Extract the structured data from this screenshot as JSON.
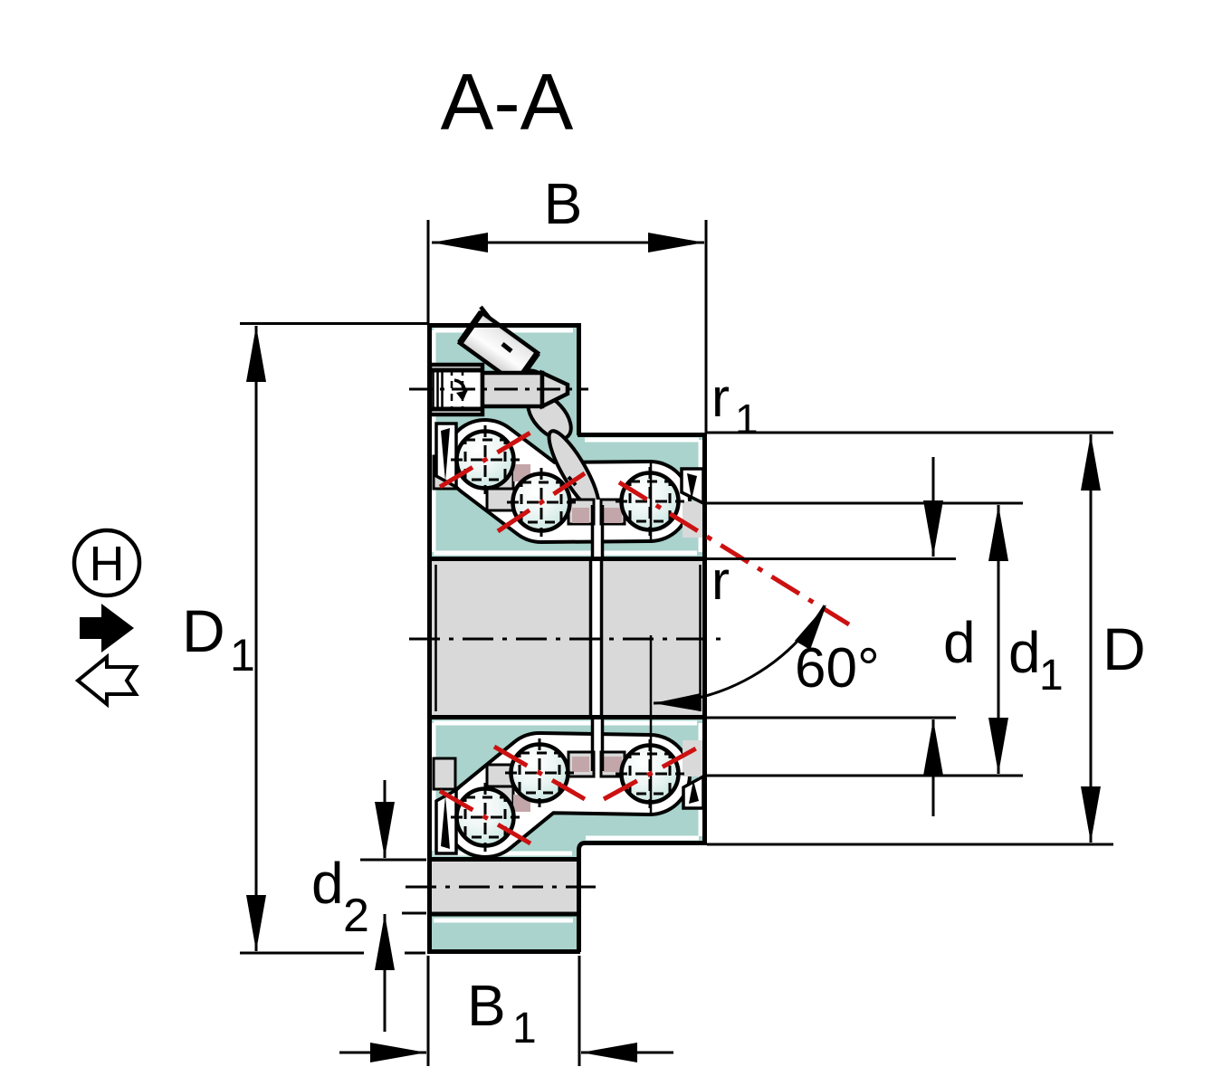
{
  "drawing": {
    "section_title": "A-A",
    "view_letter": "H",
    "angle_label": "60°",
    "dims": {
      "B": "B",
      "B1_base": "B",
      "B1_sub": "1",
      "D": "D",
      "D1_base": "D",
      "D1_sub": "1",
      "d": "d",
      "d1_base": "d",
      "d1_sub": "1",
      "d2_base": "d",
      "d2_sub": "2",
      "r": "r",
      "r1_base": "r",
      "r1_sub": "1"
    }
  },
  "colors": {
    "ring_teal": "#a9d3cc",
    "steel_grey": "#d9d9d9",
    "cage_pink": "#c3a6a9",
    "contact_red": "#cc1111",
    "outline_black": "#000000",
    "ball_tint": "#c3e3de",
    "background": "#ffffff"
  }
}
